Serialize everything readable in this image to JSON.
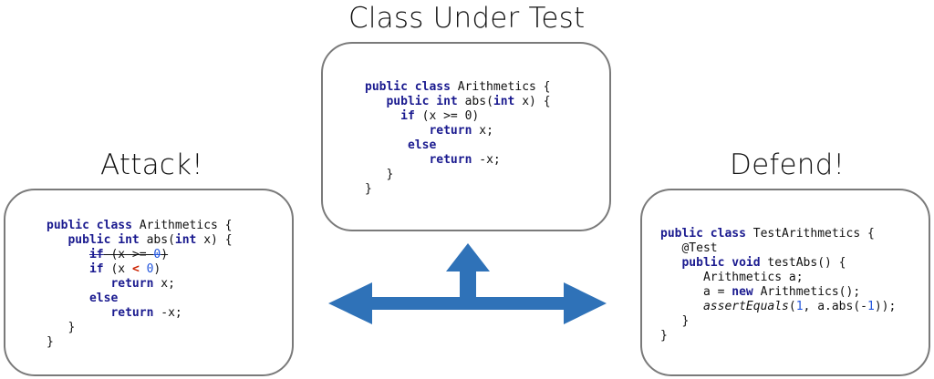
{
  "titles": {
    "center": "Class Under Test",
    "left": "Attack!",
    "right": "Defend!"
  },
  "colors": {
    "arrow": "#2f72b8",
    "keyword": "#1a1a8f",
    "number": "#2255dd",
    "operator": "#cc2200",
    "box_border": "#7a7a7a"
  },
  "code": {
    "center": {
      "lines": [
        [
          [
            "kw",
            "public class"
          ],
          [
            "t",
            " Arithmetics {"
          ]
        ],
        [
          [
            "t",
            "   "
          ],
          [
            "kw",
            "public int"
          ],
          [
            "t",
            " abs("
          ],
          [
            "kw",
            "int"
          ],
          [
            "t",
            " x) {"
          ]
        ],
        [
          [
            "t",
            "     "
          ],
          [
            "kw",
            "if"
          ],
          [
            "t",
            " (x >= 0)"
          ]
        ],
        [
          [
            "t",
            "         "
          ],
          [
            "kw",
            "return"
          ],
          [
            "t",
            " x;"
          ]
        ],
        [
          [
            "t",
            "      "
          ],
          [
            "kw",
            "else"
          ]
        ],
        [
          [
            "t",
            "         "
          ],
          [
            "kw",
            "return"
          ],
          [
            "t",
            " -x;"
          ]
        ],
        [
          [
            "t",
            "   }"
          ]
        ],
        [
          [
            "t",
            "}"
          ]
        ]
      ]
    },
    "left": {
      "lines": [
        [
          [
            "kw",
            "public class"
          ],
          [
            "t",
            " Arithmetics {"
          ]
        ],
        [
          [
            "t",
            "   "
          ],
          [
            "kw",
            "public int"
          ],
          [
            "t",
            " abs("
          ],
          [
            "kw",
            "int"
          ],
          [
            "t",
            " x) {"
          ]
        ],
        [
          [
            "t",
            "      "
          ],
          [
            "kw strike",
            "if"
          ],
          [
            "strike",
            " (x >= "
          ],
          [
            "num strike",
            "0"
          ],
          [
            "strike",
            ")"
          ]
        ],
        [
          [
            "t",
            "      "
          ],
          [
            "kw",
            "if"
          ],
          [
            "t",
            " (x "
          ],
          [
            "op",
            "<"
          ],
          [
            "t",
            " "
          ],
          [
            "num",
            "0"
          ],
          [
            "t",
            ")"
          ]
        ],
        [
          [
            "t",
            "         "
          ],
          [
            "kw",
            "return"
          ],
          [
            "t",
            " x;"
          ]
        ],
        [
          [
            "t",
            "      "
          ],
          [
            "kw",
            "else"
          ]
        ],
        [
          [
            "t",
            "         "
          ],
          [
            "kw",
            "return"
          ],
          [
            "t",
            " -x;"
          ]
        ],
        [
          [
            "t",
            "   }"
          ]
        ],
        [
          [
            "t",
            "}"
          ]
        ]
      ]
    },
    "right": {
      "lines": [
        [
          [
            "kw",
            "public class"
          ],
          [
            "t",
            " TestArithmetics {"
          ]
        ],
        [
          [
            "t",
            "   @Test"
          ]
        ],
        [
          [
            "t",
            "   "
          ],
          [
            "kw",
            "public void"
          ],
          [
            "t",
            " testAbs() {"
          ]
        ],
        [
          [
            "t",
            "      Arithmetics a;"
          ]
        ],
        [
          [
            "t",
            "      a = "
          ],
          [
            "kw",
            "new"
          ],
          [
            "t",
            " Arithmetics();"
          ]
        ],
        [
          [
            "t",
            "      "
          ],
          [
            "ital",
            "assertEquals"
          ],
          [
            "t",
            "("
          ],
          [
            "num",
            "1"
          ],
          [
            "t",
            ", a.abs(-"
          ],
          [
            "num",
            "1"
          ],
          [
            "t",
            "));"
          ]
        ],
        [
          [
            "t",
            "   }"
          ]
        ],
        [
          [
            "t",
            "}"
          ]
        ]
      ]
    }
  }
}
